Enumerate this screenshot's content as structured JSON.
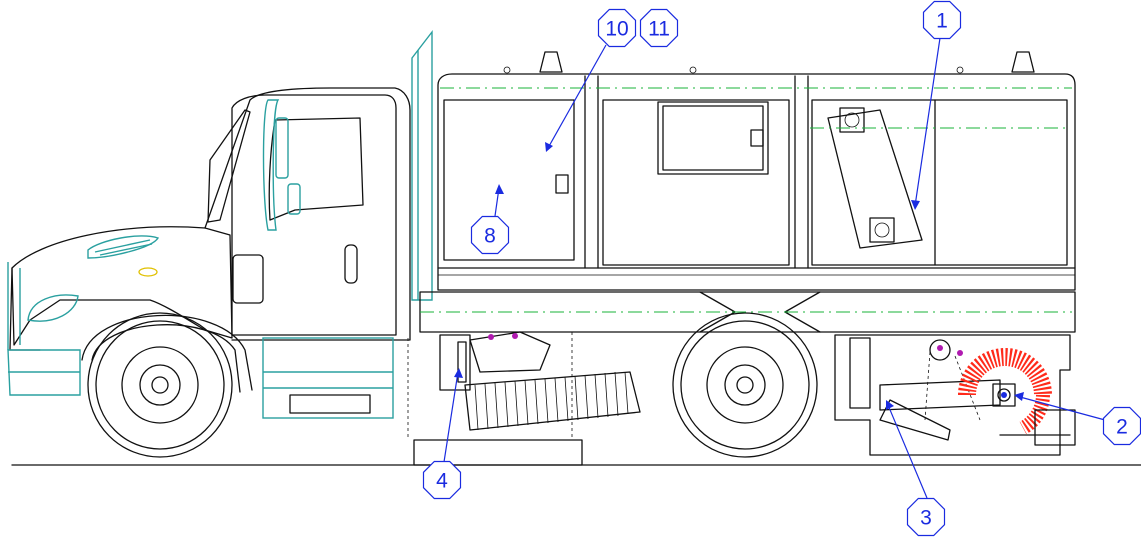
{
  "callouts": [
    {
      "id": "1",
      "label": "1"
    },
    {
      "id": "2",
      "label": "2"
    },
    {
      "id": "3",
      "label": "3"
    },
    {
      "id": "4",
      "label": "4"
    },
    {
      "id": "8",
      "label": "8"
    },
    {
      "id": "10",
      "label": "10"
    },
    {
      "id": "11",
      "label": "11"
    }
  ],
  "colors": {
    "line": "#111111",
    "cab_outline": "#2aa0a0",
    "centerline": "#19b33a",
    "callout": "#1a2be0",
    "broom": "#ff2a1a",
    "hardware": "#b01ab0"
  }
}
